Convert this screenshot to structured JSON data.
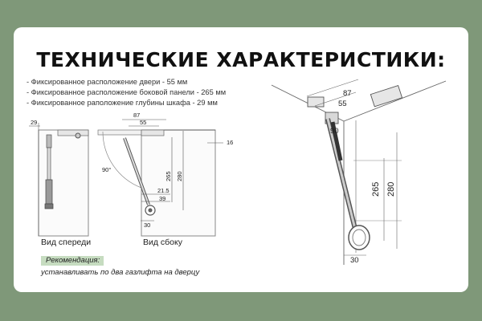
{
  "title": "ТЕХНИЧЕСКИЕ ХАРАКТЕРИСТИКИ:",
  "specs": [
    "- Фиксированное расположение двери - 55 мм",
    "- Фиксированное расположение боковой панели - 265 мм",
    "- Фиксированное раположение глубины шкафа - 29 мм"
  ],
  "front_view": {
    "caption": "Вид спереди",
    "dim_29": "29"
  },
  "side_view": {
    "caption": "Вид сбоку",
    "dim_87": "87",
    "dim_55": "55",
    "dim_16": "16",
    "angle": "90°",
    "dim_265": "265",
    "dim_280": "280",
    "dim_21_5": "21.5",
    "dim_39": "39",
    "dim_30": "30"
  },
  "iso_view": {
    "dim_87": "87",
    "dim_55": "55",
    "angle": "90",
    "dim_265": "265",
    "dim_280": "280",
    "dim_30": "30"
  },
  "recommendation": {
    "label": "Рекомендация:",
    "text": "устанавливать по два газлифта на дверцу"
  }
}
